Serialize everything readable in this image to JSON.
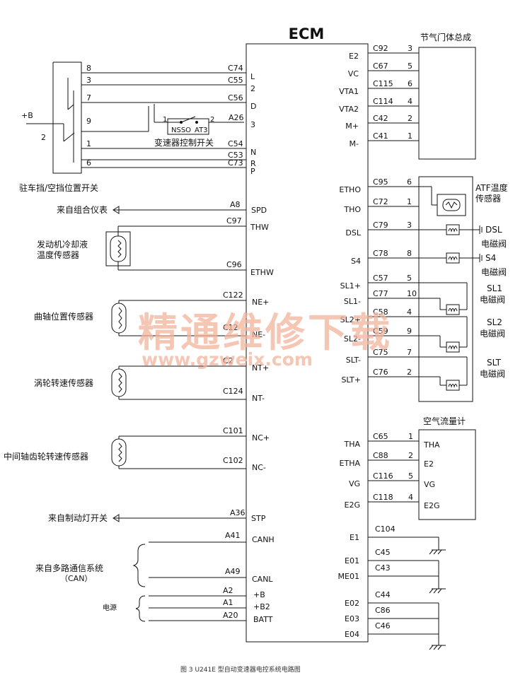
{
  "ecm": {
    "title": "ECM"
  },
  "range_switch": {
    "name": "驻车挡/空挡位置开关",
    "supply": "+B",
    "supply_pin": "2",
    "rows": [
      {
        "pin": "8",
        "conn": "C74",
        "ecm": "L"
      },
      {
        "pin": "3",
        "conn": "C55",
        "ecm": "2"
      },
      {
        "pin": "7",
        "conn": "C56",
        "ecm": "D"
      },
      {
        "pin": "9",
        "conn": "A26",
        "ecm": "3"
      },
      {
        "pin": "1",
        "conn": "C54",
        "ecm": "N"
      },
      {
        "pin": "",
        "conn": "C53",
        "ecm": "R"
      },
      {
        "pin": "6",
        "conn": "C73",
        "ecm": "P"
      }
    ]
  },
  "trans_switch": {
    "name": "变速器控制开关",
    "pin_left": "1",
    "pin_right": "2",
    "label_left": "NSSO",
    "label_right": "AT3"
  },
  "left_signals": [
    {
      "conn": "A8",
      "ecm": "SPD",
      "source": "来自组合仪表"
    },
    {
      "conn": "A36",
      "ecm": "STP",
      "source": "来自制动灯开关"
    }
  ],
  "coolant_sensor": {
    "name": [
      "发动机冷却液",
      "温度传感器"
    ],
    "pins": [
      {
        "conn": "C97",
        "ecm": "THW"
      },
      {
        "conn": "C96",
        "ecm": "ETHW"
      }
    ]
  },
  "crank_sensor": {
    "name": "曲轴位置传感器",
    "pins": [
      {
        "conn": "C122",
        "ecm": "NE+"
      },
      {
        "conn": "C12",
        "ecm": "NE-"
      }
    ]
  },
  "turbine_sensor": {
    "name": "涡轮转速传感器",
    "pins": [
      {
        "conn": "C2",
        "ecm": "NT+"
      },
      {
        "conn": "C124",
        "ecm": "NT-"
      }
    ]
  },
  "counter_sensor": {
    "name": "中间轴齿轮转速传感器",
    "pins": [
      {
        "conn": "C101",
        "ecm": "NC+"
      },
      {
        "conn": "C102",
        "ecm": "NC-"
      }
    ]
  },
  "can": {
    "name": [
      "来自多路通信系统",
      "（CAN）"
    ],
    "pins": [
      {
        "conn": "A41",
        "ecm": "CANH"
      },
      {
        "conn": "A49",
        "ecm": "CANL"
      }
    ]
  },
  "power": {
    "name": "电源",
    "pins": [
      {
        "conn": "A2",
        "ecm": "+B"
      },
      {
        "conn": "A1",
        "ecm": "+B2"
      },
      {
        "conn": "A20",
        "ecm": "BATT"
      }
    ]
  },
  "throttle": {
    "name": "节气门体总成",
    "rows": [
      {
        "ecm": "E2",
        "conn": "C92",
        "pin": "3"
      },
      {
        "ecm": "VC",
        "conn": "C67",
        "pin": "5"
      },
      {
        "ecm": "VTA1",
        "conn": "C115",
        "pin": "6"
      },
      {
        "ecm": "VTA2",
        "conn": "C114",
        "pin": "4"
      },
      {
        "ecm": "M+",
        "conn": "C42",
        "pin": "2"
      },
      {
        "ecm": "M-",
        "conn": "C41",
        "pin": "1"
      }
    ]
  },
  "atf_block": {
    "rows": [
      {
        "ecm": "ETHO",
        "conn": "C95",
        "pin": "6"
      },
      {
        "ecm": "THO",
        "conn": "C72",
        "pin": "1"
      },
      {
        "ecm": "DSL",
        "conn": "C79",
        "pin": "3"
      },
      {
        "ecm": "S4",
        "conn": "C78",
        "pin": "8"
      },
      {
        "ecm": "SL1+",
        "conn": "C57",
        "pin": "5"
      },
      {
        "ecm": "SL1-",
        "conn": "C77",
        "pin": "10"
      },
      {
        "ecm": "SL2+",
        "conn": "C58",
        "pin": "4"
      },
      {
        "ecm": "SL2-",
        "conn": "C59",
        "pin": "9"
      },
      {
        "ecm": "SLT-",
        "conn": "C75",
        "pin": "7"
      },
      {
        "ecm": "SLT+",
        "conn": "C76",
        "pin": "2"
      }
    ],
    "atf_sensor": [
      "ATF温度",
      "传感器"
    ],
    "dsl": [
      "DSL",
      "电磁阀"
    ],
    "s4": [
      "S4",
      "电磁阀"
    ],
    "sl1": [
      "SL1",
      "电磁阀"
    ],
    "sl2": [
      "SL2",
      "电磁阀"
    ],
    "slt": [
      "SLT",
      "电磁阀"
    ]
  },
  "maf": {
    "name": "空气流量计",
    "rows": [
      {
        "ecm": "THA",
        "conn": "C65",
        "pin": "1",
        "dev": "THA"
      },
      {
        "ecm": "ETHA",
        "conn": "C88",
        "pin": "2",
        "dev": "E2"
      },
      {
        "ecm": "VG",
        "conn": "C116",
        "pin": "5",
        "dev": "VG"
      },
      {
        "ecm": "E2G",
        "conn": "C118",
        "pin": "4",
        "dev": "E2G"
      }
    ]
  },
  "grounds": {
    "rows": [
      {
        "ecm": "E1",
        "conn": "C104"
      },
      {
        "ecm": "E01",
        "conn": "C45"
      },
      {
        "ecm": "ME01",
        "conn": "C43"
      },
      {
        "ecm": "E02",
        "conn": "C44"
      },
      {
        "ecm": "E03",
        "conn": "C86"
      },
      {
        "ecm": "E04",
        "conn": "C46"
      }
    ]
  },
  "watermark": {
    "cn": "精通维修下载",
    "url": "www.gzweix.com"
  },
  "caption": "图 3   U241E 型自动变速器电控系统电路图"
}
